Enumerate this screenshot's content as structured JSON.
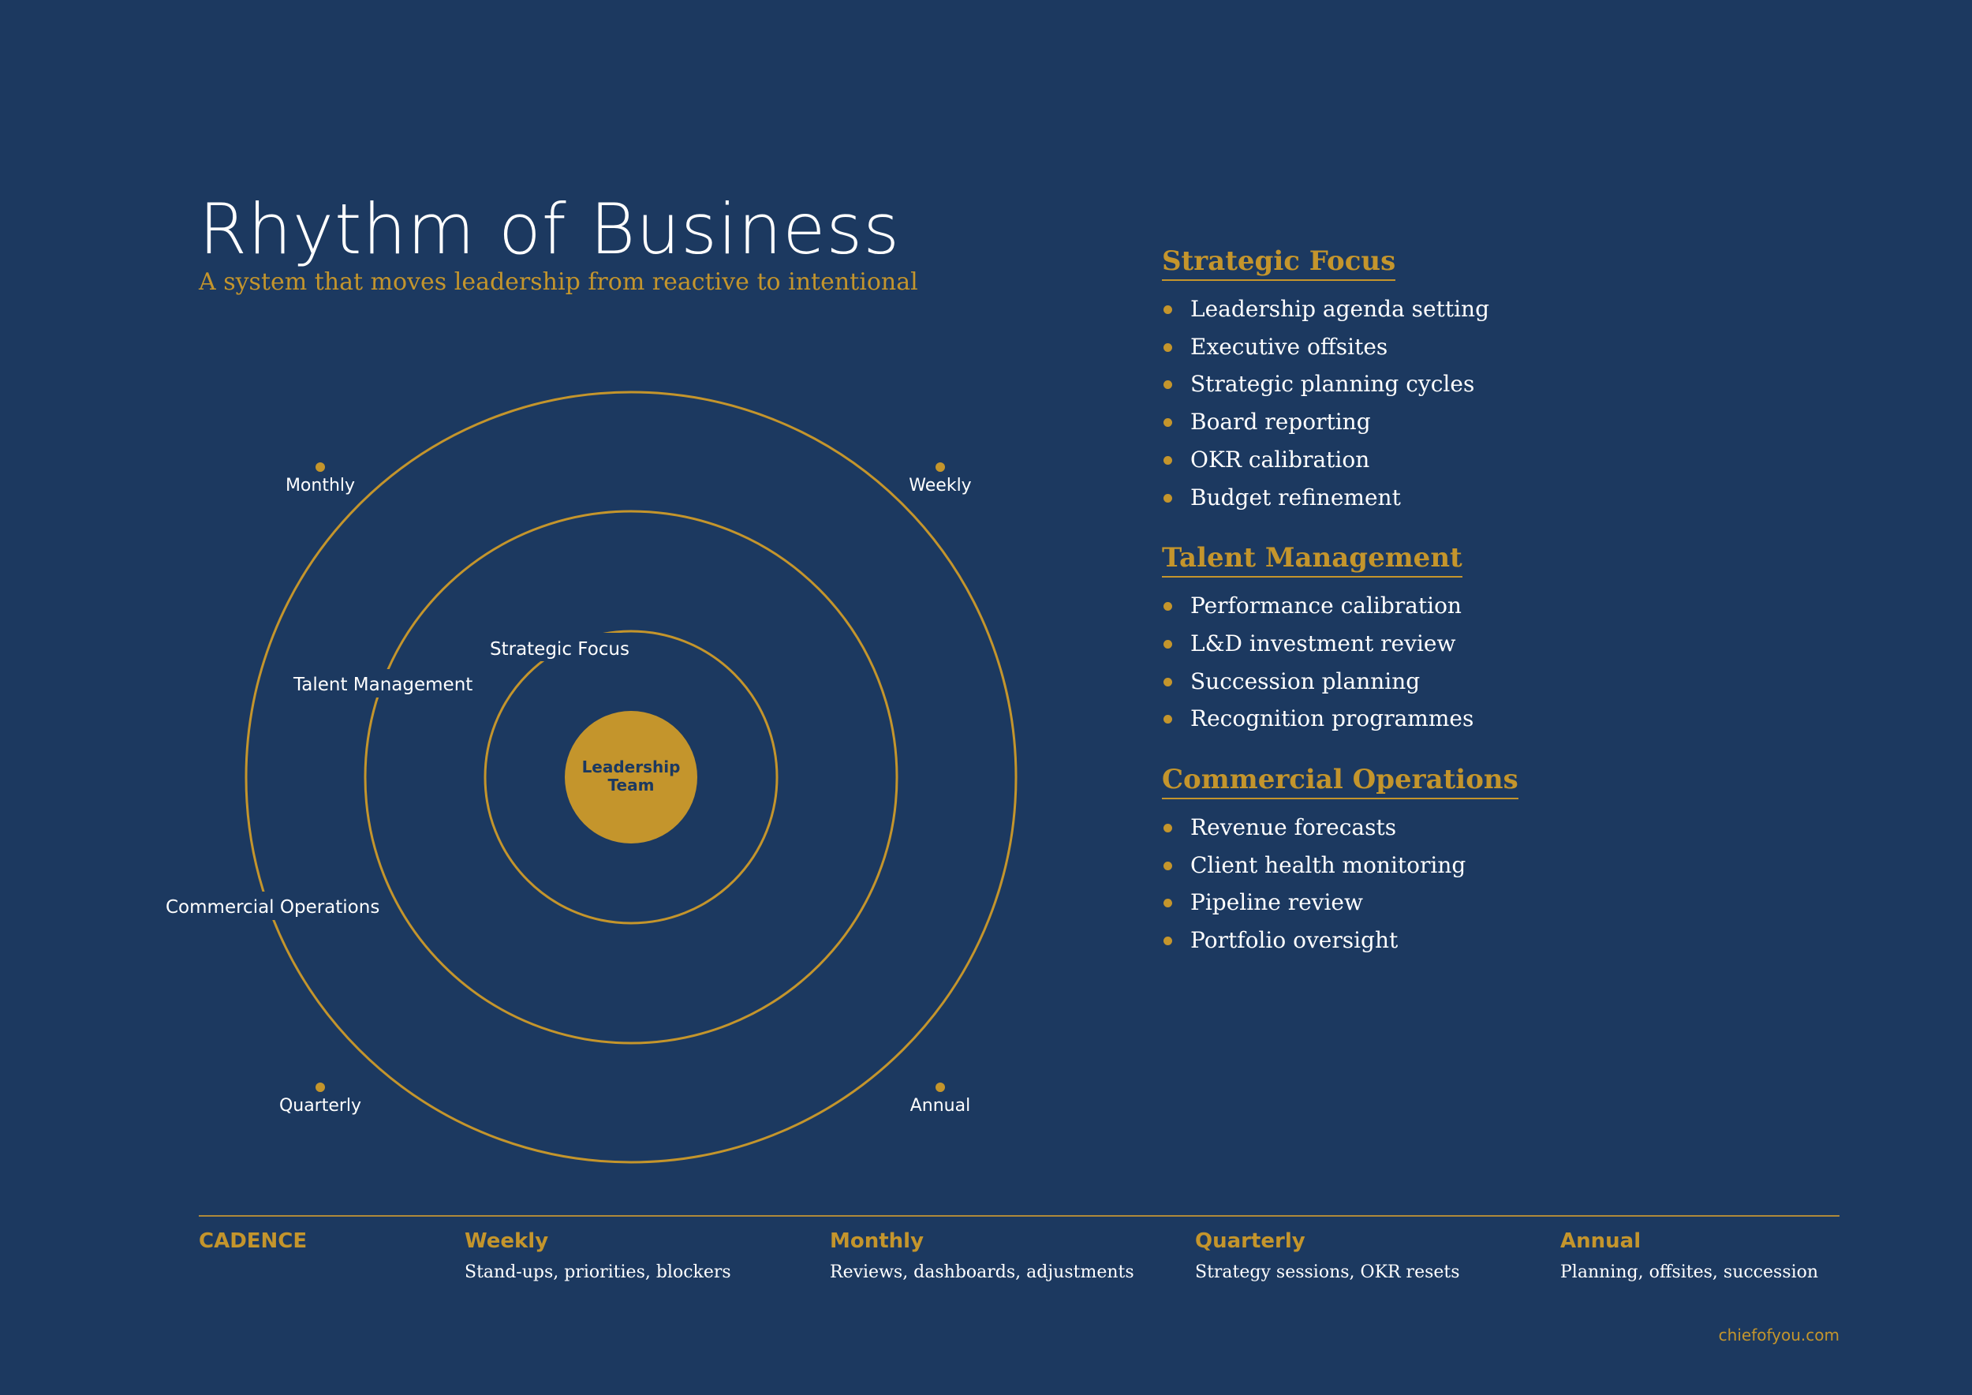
{
  "header": {
    "title": "Rhythm of Business",
    "subtitle": "A system that moves leadership from reactive to intentional"
  },
  "diagram": {
    "center_label_line1": "Leadership",
    "center_label_line2": "Team",
    "rings": [
      {
        "label": "Strategic Focus"
      },
      {
        "label": "Talent Management"
      },
      {
        "label": "Commercial Operations"
      }
    ],
    "cadence_markers": [
      "Monthly",
      "Weekly",
      "Quarterly",
      "Annual"
    ]
  },
  "sections": [
    {
      "title": "Strategic Focus",
      "items": [
        "Leadership agenda setting",
        "Executive offsites",
        "Strategic planning cycles",
        "Board reporting",
        "OKR calibration",
        "Budget refinement"
      ]
    },
    {
      "title": "Talent Management",
      "items": [
        "Performance calibration",
        "L&D investment review",
        "Succession planning",
        "Recognition programmes"
      ]
    },
    {
      "title": "Commercial Operations",
      "items": [
        "Revenue forecasts",
        "Client health monitoring",
        "Pipeline review",
        "Portfolio oversight"
      ]
    }
  ],
  "cadence": {
    "heading": "CADENCE",
    "columns": [
      {
        "title": "Weekly",
        "desc": "Stand-ups, priorities, blockers"
      },
      {
        "title": "Monthly",
        "desc": "Reviews, dashboards, adjustments"
      },
      {
        "title": "Quarterly",
        "desc": "Strategy sessions, OKR resets"
      },
      {
        "title": "Annual",
        "desc": "Planning, offsites, succession"
      }
    ]
  },
  "footer": {
    "site": "chiefofyou.com"
  },
  "colors": {
    "background": "#1c3960",
    "accent": "#c4952c",
    "text": "#ffffff"
  }
}
